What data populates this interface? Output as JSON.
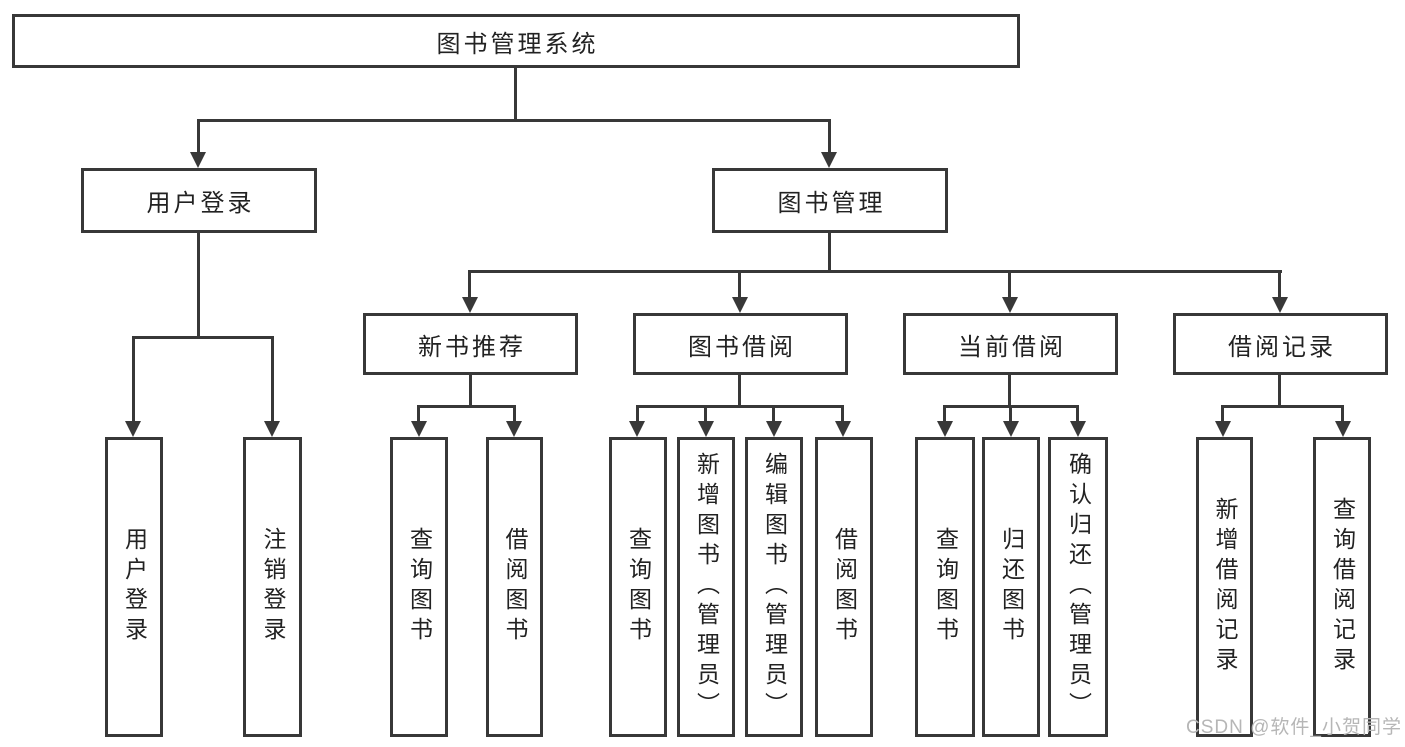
{
  "diagram_type": "hierarchy-tree",
  "colors": {
    "line": "#383838",
    "text": "#222222",
    "watermark": "#b6b6b6",
    "background": "#ffffff"
  },
  "watermark": "CSDN @软件_小贺同学",
  "tree": {
    "root": {
      "label": "图书管理系统"
    },
    "branches": [
      {
        "label": "用户登录",
        "children": [
          {
            "label": "用户登录"
          },
          {
            "label": "注销登录"
          }
        ]
      },
      {
        "label": "图书管理",
        "children": [
          {
            "label": "新书推荐",
            "children": [
              {
                "label": "查询图书"
              },
              {
                "label": "借阅图书"
              }
            ]
          },
          {
            "label": "图书借阅",
            "children": [
              {
                "label": "查询图书"
              },
              {
                "label": "新增图书（管理员）"
              },
              {
                "label": "编辑图书（管理员）"
              },
              {
                "label": "借阅图书"
              }
            ]
          },
          {
            "label": "当前借阅",
            "children": [
              {
                "label": "查询图书"
              },
              {
                "label": "归还图书"
              },
              {
                "label": "确认归还（管理员）"
              }
            ]
          },
          {
            "label": "借阅记录",
            "children": [
              {
                "label": "新增借阅记录"
              },
              {
                "label": "查询借阅记录"
              }
            ]
          }
        ]
      }
    ]
  }
}
